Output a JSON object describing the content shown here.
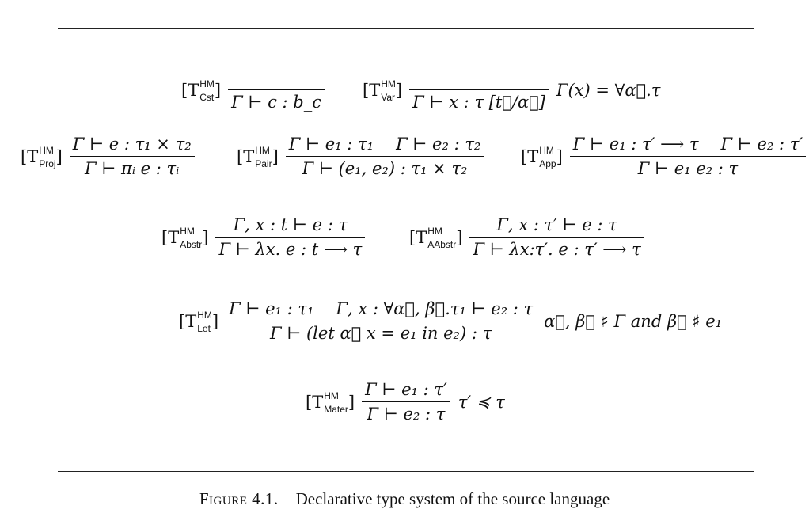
{
  "rules": [
    {
      "id": "cst",
      "name": "T",
      "sup": "HM",
      "sub": "Cst",
      "premises": [],
      "conclusion": "Γ ⊢ c : b_c",
      "side": ""
    },
    {
      "id": "var",
      "name": "T",
      "sup": "HM",
      "sub": "Var",
      "premises": [],
      "conclusion": "Γ ⊢ x : τ [t⃗/α⃗]",
      "side": "Γ(x) = ∀α⃗.τ"
    },
    {
      "id": "proj",
      "name": "T",
      "sup": "HM",
      "sub": "Proj",
      "premises": [
        "Γ ⊢ e : τ₁ × τ₂"
      ],
      "conclusion": "Γ ⊢ πᵢ e : τᵢ",
      "side": ""
    },
    {
      "id": "pair",
      "name": "T",
      "sup": "HM",
      "sub": "Pair",
      "premises": [
        "Γ ⊢ e₁ : τ₁",
        "Γ ⊢ e₂ : τ₂"
      ],
      "conclusion": "Γ ⊢ (e₁, e₂) : τ₁ × τ₂",
      "side": ""
    },
    {
      "id": "app",
      "name": "T",
      "sup": "HM",
      "sub": "App",
      "premises": [
        "Γ ⊢ e₁ : τ′ ⟶ τ",
        "Γ ⊢ e₂ : τ′"
      ],
      "conclusion": "Γ ⊢ e₁ e₂ : τ",
      "side": ""
    },
    {
      "id": "abstr",
      "name": "T",
      "sup": "HM",
      "sub": "Abstr",
      "premises": [
        "Γ, x : t ⊢ e : τ"
      ],
      "conclusion": "Γ ⊢ λx. e : t ⟶ τ",
      "side": ""
    },
    {
      "id": "aabstr",
      "name": "T",
      "sup": "HM",
      "sub": "AAbstr",
      "premises": [
        "Γ, x : τ′ ⊢ e : τ"
      ],
      "conclusion": "Γ ⊢ λx:τ′. e : τ′ ⟶ τ",
      "side": ""
    },
    {
      "id": "let",
      "name": "T",
      "sup": "HM",
      "sub": "Let",
      "premises": [
        "Γ ⊢ e₁ : τ₁",
        "Γ, x : ∀α⃗, β⃗.τ₁ ⊢ e₂ : τ"
      ],
      "conclusion": "Γ ⊢ (let α⃗ x = e₁ in e₂) : τ",
      "side": "α⃗, β⃗ ♯ Γ and β⃗ ♯ e₁"
    },
    {
      "id": "mater",
      "name": "T",
      "sup": "HM",
      "sub": "Mater",
      "premises": [
        "Γ ⊢ e₁ : τ′"
      ],
      "conclusion": "Γ ⊢ e₂ : τ",
      "side": "τ′ ≼ τ"
    }
  ],
  "caption": {
    "label": "Figure 4.1.",
    "text": "Declarative type system of the source language"
  }
}
